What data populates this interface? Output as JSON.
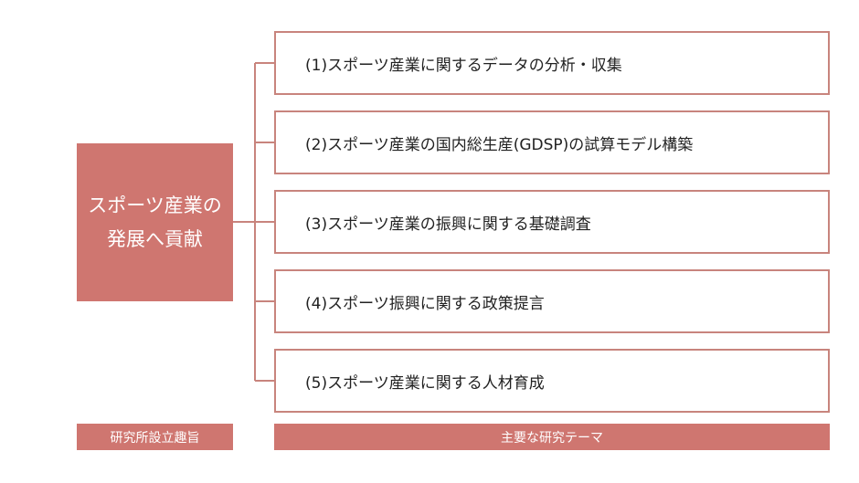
{
  "center": {
    "lines": [
      "スポーツ産業の",
      "発展へ貢献"
    ]
  },
  "themes": [
    {
      "label": "(1)スポーツ産業に関するデータの分析・収集"
    },
    {
      "label": "(2)スポーツ産業の国内総生産(GDSP)の試算モデル構築"
    },
    {
      "label": "(3)スポーツ産業の振興に関する基礎調査"
    },
    {
      "label": "(4)スポーツ振興に関する政策提言"
    },
    {
      "label": "(5)スポーツ産業に関する人材育成"
    }
  ],
  "footer": {
    "left_label": "研究所設立趣旨",
    "right_label": "主要な研究テーマ"
  },
  "colors": {
    "accent": "#cf7670",
    "border": "#c8847d",
    "text": "#222222"
  }
}
